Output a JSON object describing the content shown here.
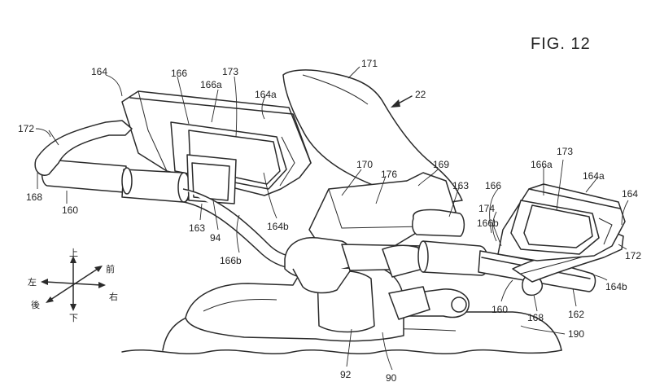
{
  "figure": {
    "title": "FIG. 12"
  },
  "labels": {
    "l22": "22",
    "l90": "90",
    "l92": "92",
    "l94": "94",
    "l160_left": "160",
    "l160_right": "160",
    "l162": "162",
    "l163_left": "163",
    "l163_right": "163",
    "l164_left": "164",
    "l164_right": "164",
    "l164a_left": "164a",
    "l164a_right": "164a",
    "l164b_left": "164b",
    "l164b_right": "164b",
    "l166_left": "166",
    "l166_right": "166",
    "l166a_left": "166a",
    "l166a_right": "166a",
    "l166b_left": "166b",
    "l166b_right": "166b",
    "l168_left": "168",
    "l168_right": "168",
    "l169": "169",
    "l170": "170",
    "l171": "171",
    "l172_left": "172",
    "l172_right": "172",
    "l173_left": "173",
    "l173_right": "173",
    "l174": "174",
    "l176": "176",
    "l190": "190"
  },
  "compass": {
    "up": "上",
    "down": "下",
    "left": "左",
    "right": "右",
    "front": "前",
    "rear": "後"
  }
}
